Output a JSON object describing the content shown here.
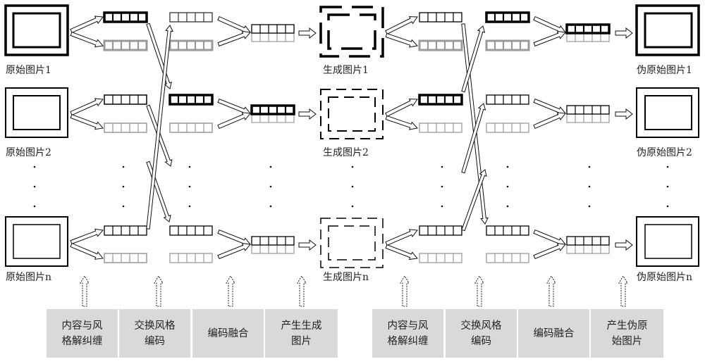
{
  "diagram": {
    "left_phase": {
      "inputs": [
        "原始图片1",
        "原始图片2",
        "原始图片n"
      ],
      "outputs": [
        "生成图片1",
        "生成图片2",
        "生成图片n"
      ]
    },
    "right_phase": {
      "inputs": [
        "生成图片1",
        "生成图片2",
        "生成图片n"
      ],
      "outputs": [
        "伪原始图片1",
        "伪原始图片2",
        "伪原始图片n"
      ]
    },
    "ellipsis": "·",
    "steps_left": [
      {
        "label": "内容与风\n格解纠缠"
      },
      {
        "label": "交换风格\n编码"
      },
      {
        "label": "编码融合"
      },
      {
        "label": "产生生成\n图片"
      }
    ],
    "steps_right": [
      {
        "label": "内容与风\n格解纠缠"
      },
      {
        "label": "交换风格\n编码"
      },
      {
        "label": "编码融合"
      },
      {
        "label": "产生伪原\n始图片"
      }
    ],
    "colors": {
      "content_code": "#000000",
      "style_code": "#999999",
      "step_box": "#d9d9d9"
    }
  }
}
